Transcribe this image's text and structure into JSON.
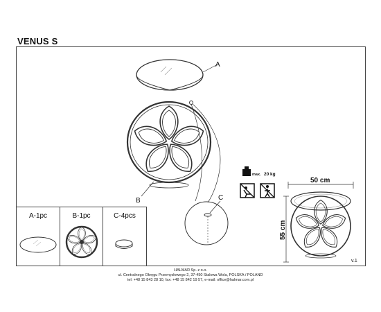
{
  "title": "VENUS S",
  "labels": {
    "a": "A",
    "b": "B",
    "c": "C"
  },
  "parts": [
    {
      "label": "A-1pc",
      "icon": "glass-top-icon"
    },
    {
      "label": "B-1pc",
      "icon": "frame-icon"
    },
    {
      "label": "C-4pcs",
      "icon": "pad-icon"
    }
  ],
  "load": {
    "max_label": "max.",
    "value": "20 kg"
  },
  "dimensions": {
    "width": "50 cm",
    "height": "55 cm"
  },
  "version": "v.1",
  "footer": {
    "line1": "HALMAR Sp. z o.o.",
    "line2": "ul. Centralnego Okręgu Przemysłowego 2, 37-450 Stalowa Wola, POLSKA / POLAND",
    "line3": "tel: +48 15 843 28 10, fax: +48 15 842 19 57, e-mail: office@halmar.com.pl"
  }
}
